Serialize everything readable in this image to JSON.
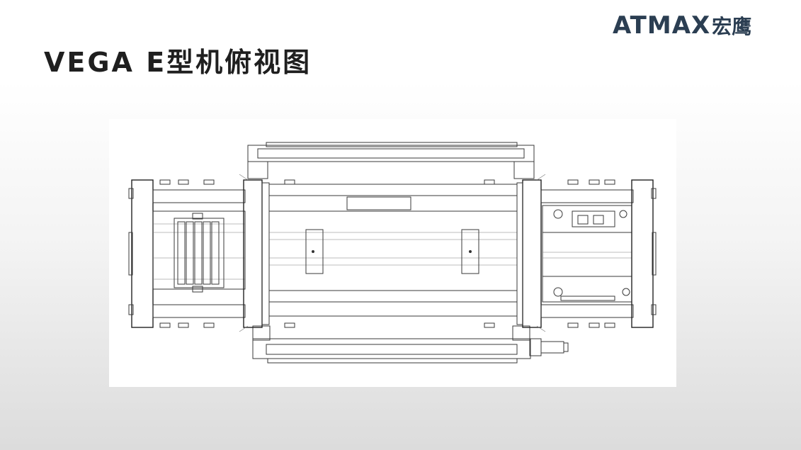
{
  "slide": {
    "title": "VEGA E型机俯视图"
  },
  "logo": {
    "latin": "ATMAX",
    "cjk": "宏鹰"
  },
  "drawing": {
    "subject": "vega-e-machine-top-view"
  }
}
